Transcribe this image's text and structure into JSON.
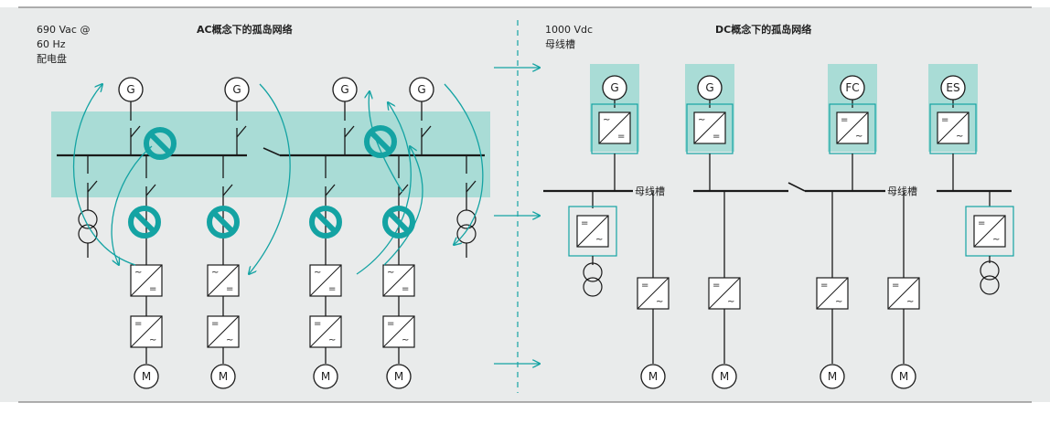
{
  "colors": {
    "background": "#e9ebeb",
    "highlight": "#a9dcd6",
    "teal": "#14a3a3",
    "line": "#1a1a1a",
    "rule": "#666666"
  },
  "ac_panel": {
    "supply_label": [
      "690 Vac @",
      "60 Hz",
      "配电盘"
    ],
    "title": "AC概念下的孤岛网络",
    "generators": [
      "G",
      "G",
      "G",
      "G"
    ],
    "motors": [
      "M",
      "M",
      "M",
      "M"
    ]
  },
  "dc_panel": {
    "supply_label": [
      "1000 Vdc",
      "母线槽"
    ],
    "title": "DC概念下的孤岛网络",
    "sources": [
      "G",
      "G",
      "FC",
      "ES"
    ],
    "bus_label_1": "母线槽",
    "bus_label_2": "母线槽",
    "motors": [
      "M",
      "M",
      "M",
      "M"
    ]
  },
  "icons": [
    "prohibited-icon",
    "arrow-right-icon",
    "transformer-icon",
    "converter-icon"
  ]
}
